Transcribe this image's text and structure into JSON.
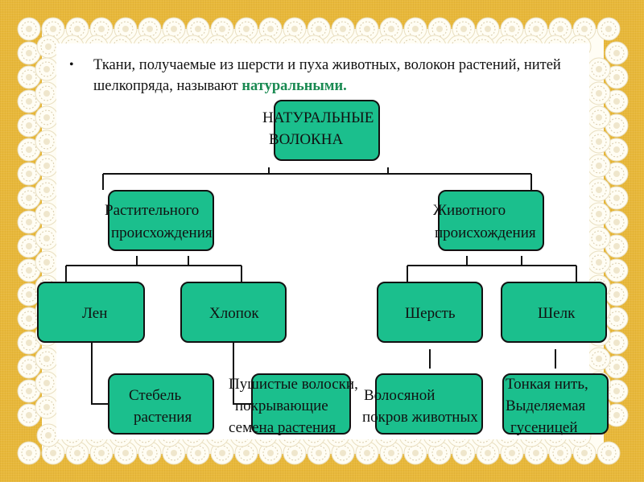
{
  "bullet": {
    "marker": "•",
    "text_part1": "Ткани, получаемые из шерсти и пуха животных, волокон растений, нитей шелкопряда, называют",
    "highlight": "натуральными."
  },
  "diagram": {
    "root": {
      "line1": "НАТУРАЛЬНЫЕ",
      "line2": "ВОЛОКНА"
    },
    "plant": {
      "line1": "Растительного",
      "line2": "происхождения"
    },
    "animal": {
      "line1": "Животного",
      "line2": "происхождения"
    },
    "flax": "Лен",
    "cotton": "Хлопок",
    "wool": "Шерсть",
    "silk": "Шелк",
    "flax_source": {
      "line1": "Стебель",
      "line2": "растения"
    },
    "cotton_source": {
      "line1": "Пушистые волоски,",
      "line2": "покрывающие",
      "line3": "семена растения"
    },
    "wool_source": {
      "line1": "Волосяной",
      "line2": "покров животных"
    },
    "silk_source": {
      "line1": "Тонкая нить,",
      "line2": "Выделяемая",
      "line3": "гусеницей"
    }
  },
  "colors": {
    "box_fill": "#1bbf8d",
    "highlight": "#1a8a52",
    "background": "#e8b83a"
  }
}
